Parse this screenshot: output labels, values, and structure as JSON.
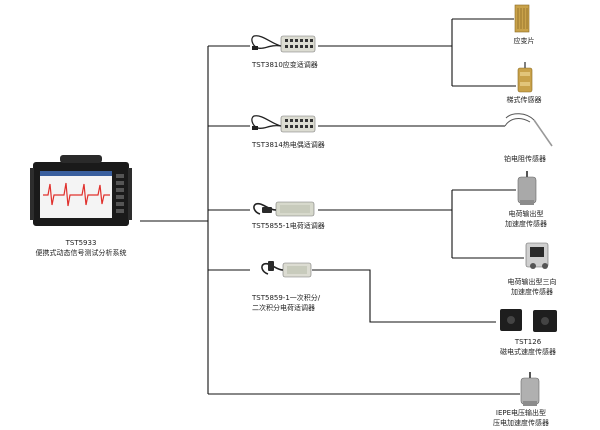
{
  "system": {
    "model": "TST5933",
    "name": "便携式动态信号测试分析系统"
  },
  "conditioners": [
    {
      "label": "TST3810应变适调器"
    },
    {
      "label": "TST3814热电偶适调器"
    },
    {
      "label": "TST5855-1电荷适调器"
    },
    {
      "label_line1": "TST5859-1一次积分/",
      "label_line2": "二次积分电荷适调器"
    }
  ],
  "sensors": [
    {
      "label": "应变片"
    },
    {
      "label": "梯式传感器"
    },
    {
      "label": "铂电阻传感器"
    },
    {
      "label_line1": "电荷输出型",
      "label_line2": "加速度传感器"
    },
    {
      "label_line1": "电荷输出型三向",
      "label_line2": "加速度传感器"
    },
    {
      "label_line1": "TST126",
      "label_line2": "磁电式速度传感器"
    },
    {
      "label_line1": "IEPE电压输出型",
      "label_line2": "压电加速度传感器"
    }
  ],
  "colors": {
    "line": "#111111",
    "device_panel": "#1a1a1a",
    "screen_wave": "#e0302c",
    "module_body": "#dcdcd2",
    "brass": "#c9a24a",
    "sensor_steel": "#a9a9a9"
  }
}
